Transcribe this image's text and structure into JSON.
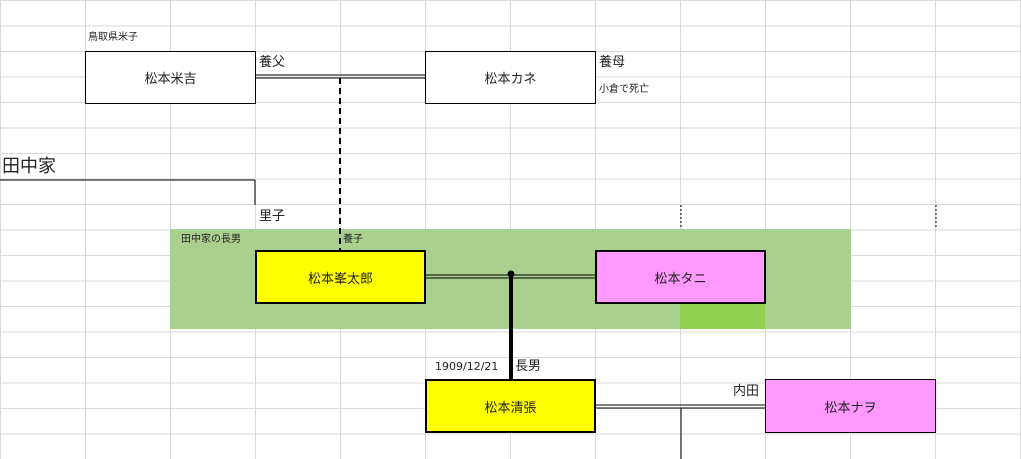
{
  "colors": {
    "grid": "#d9d9d9",
    "green_band": "#a9d08e",
    "green_patch": "#92d050",
    "male": "#ffff00",
    "female": "#ff99ff",
    "plain": "#ffffff",
    "border": "#000000"
  },
  "persons": {
    "yonekichi": "松本米吉",
    "kane": "松本カネ",
    "minetaro": "松本峯太郎",
    "tani": "松本タニ",
    "seicho": "松本清張",
    "nao": "松本ナヲ"
  },
  "labels": {
    "tottori": "鳥取県米子",
    "adoptive_father": "養父",
    "adoptive_mother": "養母",
    "kokura": "小倉で死亡",
    "tanaka_family": "田中家",
    "satogo": "里子",
    "tanaka_eldest": "田中家の長男",
    "adopted_son": "養子",
    "birth_date": "1909/12/21",
    "eldest_son": "長男",
    "uchida": "内田"
  }
}
